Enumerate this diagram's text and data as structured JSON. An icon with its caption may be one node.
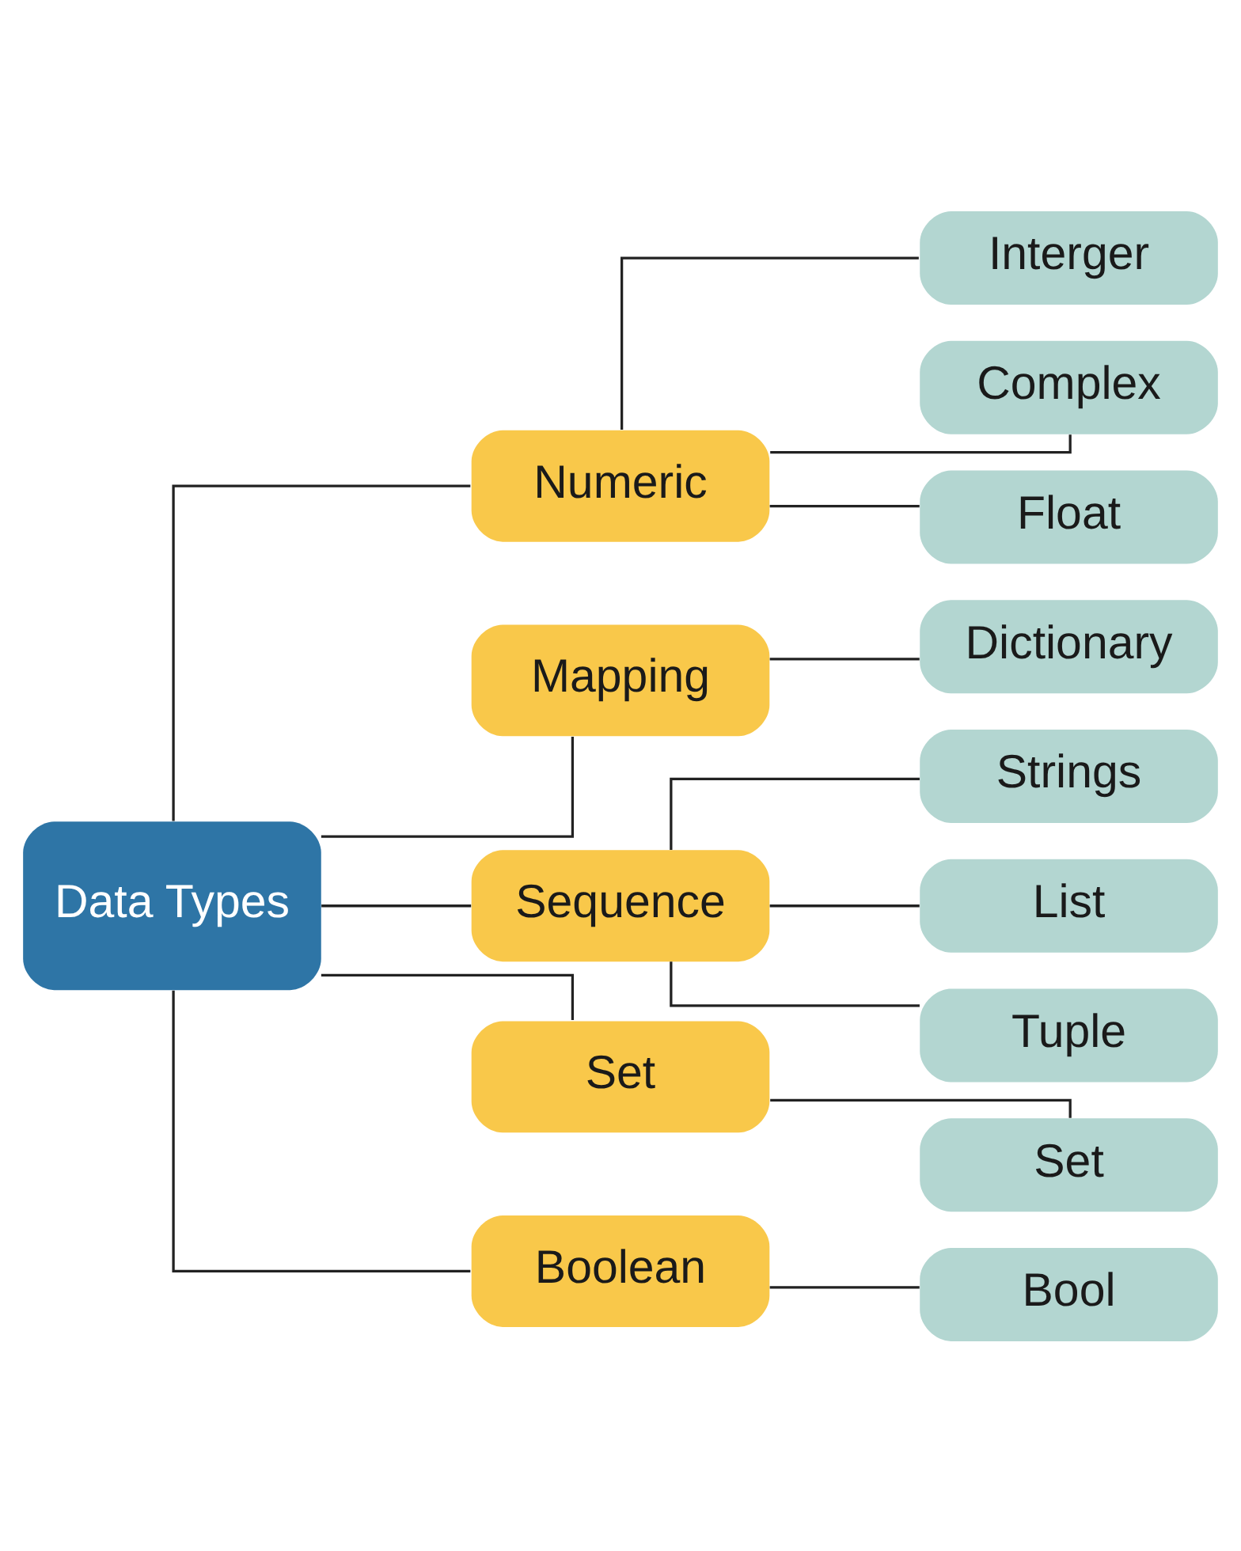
{
  "diagram": {
    "nodes": [
      {
        "text": [
          "Data Types"
        ]
      },
      {
        "text": [
          "Numeric"
        ]
      },
      {
        "text": [
          "Interger"
        ]
      },
      {
        "text": [
          "Complex"
        ]
      },
      {
        "text": [
          "Float"
        ]
      },
      {
        "text": [
          "Mapping"
        ]
      },
      {
        "text": [
          "Dictionary"
        ]
      },
      {
        "text": [
          "Sequence"
        ]
      },
      {
        "text": [
          "Strings"
        ]
      },
      {
        "text": [
          "List"
        ]
      },
      {
        "text": [
          "Tuple"
        ]
      },
      {
        "text": [
          "Set"
        ]
      },
      {
        "text": [
          "Set"
        ]
      },
      {
        "text": [
          "Boolean"
        ]
      },
      {
        "text": [
          "Bool"
        ]
      }
    ],
    "edges": [
      {
        "from": 0,
        "to": 1,
        "arrow": "none"
      },
      {
        "from": 0,
        "to": 5,
        "arrow": "none"
      },
      {
        "from": 0,
        "to": 7,
        "arrow": "none"
      },
      {
        "from": 0,
        "to": 11,
        "arrow": "none"
      },
      {
        "from": 0,
        "to": 13,
        "arrow": "none"
      },
      {
        "from": 1,
        "to": 2,
        "arrow": "none"
      },
      {
        "from": 1,
        "to": 3,
        "arrow": "none"
      },
      {
        "from": 1,
        "to": 4,
        "arrow": "none"
      },
      {
        "from": 5,
        "to": 6,
        "arrow": "none"
      },
      {
        "from": 7,
        "to": 8,
        "arrow": "none"
      },
      {
        "from": 7,
        "to": 9,
        "arrow": "none"
      },
      {
        "from": 7,
        "to": 10,
        "arrow": "none"
      },
      {
        "from": 11,
        "to": 12,
        "arrow": "none"
      },
      {
        "from": 13,
        "to": 14,
        "arrow": "none"
      }
    ]
  }
}
